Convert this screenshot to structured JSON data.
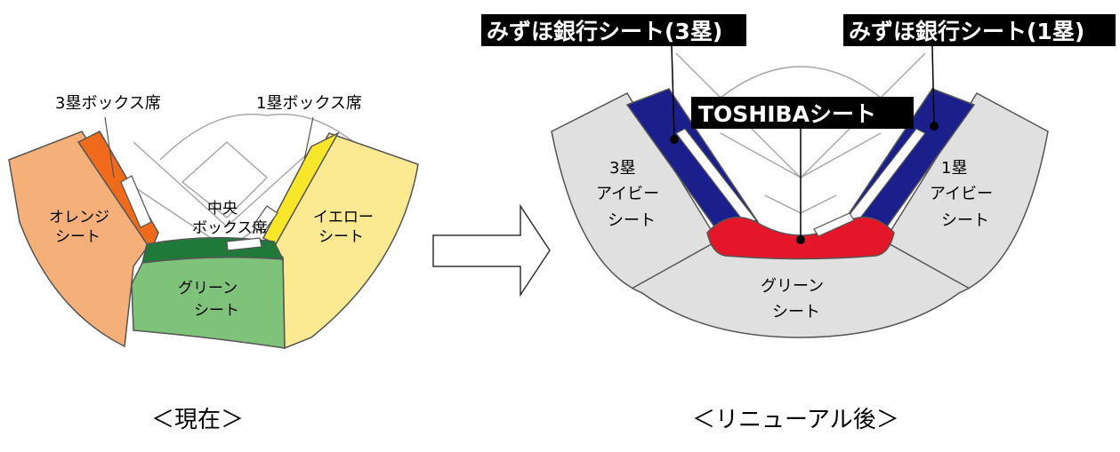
{
  "left_diagram": {
    "caption": "＜現在＞",
    "labels": {
      "box_3b": "3塁ボックス席",
      "box_1b": "1塁ボックス席",
      "center_box_line1": "中央",
      "center_box_line2": "ボックス席",
      "orange_line1": "オレンジ",
      "orange_line2": "シート",
      "yellow_line1": "イエロー",
      "yellow_line2": "シート",
      "green_line1": "グリーン",
      "green_line2": "シート"
    },
    "colors": {
      "orange": "#f5b07a",
      "dark_orange": "#ef6a1a",
      "yellow": "#fbea92",
      "bright_yellow": "#f7e62a",
      "dark_green": "#1f7a3a",
      "green": "#7fc27a"
    }
  },
  "right_diagram": {
    "caption": "＜リニューアル後＞",
    "labels": {
      "mizuho_3b": "みずほ銀行シート(3塁)",
      "mizuho_1b": "みずほ銀行シート(1塁)",
      "toshiba": "TOSHIBAシート",
      "ivy_3b_line1": "3塁",
      "ivy_3b_line2": "アイビー",
      "ivy_3b_line3": "シート",
      "ivy_1b_line1": "1塁",
      "ivy_1b_line2": "アイビー",
      "ivy_1b_line3": "シート",
      "green_line1": "グリーン",
      "green_line2": "シート"
    },
    "colors": {
      "gray": "#e0e0e0",
      "navy": "#1a1f8c",
      "red": "#e3162a",
      "label_bg": "#000000",
      "label_text": "#ffffff"
    }
  },
  "arrow": {
    "direction": "right"
  }
}
